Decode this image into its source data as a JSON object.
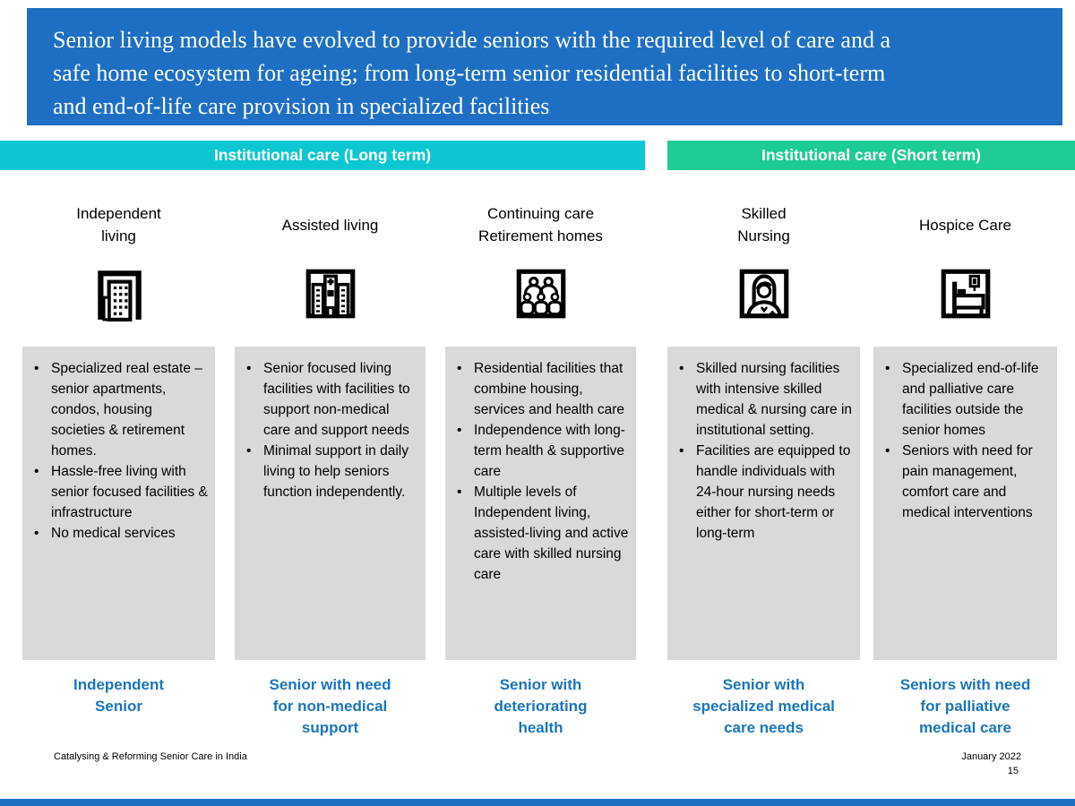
{
  "slide": {
    "title": "Senior living models have evolved to provide seniors with the required level of care and a\nsafe home ecosystem for ageing; from long-term senior residential facilities to short-term\nand end-of-life care provision in specialized facilities",
    "footer_left": "Catalysing & Reforming Senior Care in India",
    "footer_date": "January 2022",
    "page_number": "15"
  },
  "theme": {
    "accent_blue": "#1e6fc3",
    "long_term_color": "#0cc7d2",
    "short_term_color": "#1dcb94",
    "persona_text_color": "#1b75bc",
    "box_gray": "#d9d9d9"
  },
  "groups": [
    {
      "label": "Institutional care (Long term)",
      "color": "#0cc7d2"
    },
    {
      "label": "Institutional care (Short term)",
      "color": "#1dcb94"
    }
  ],
  "columns": [
    {
      "title": "Independent\nliving",
      "icon": "apartment-building-icon",
      "bullets": [
        "Specialized real estate – senior apartments, condos, housing societies & retirement homes.",
        "Hassle-free living with senior focused facilities & infrastructure",
        "No medical services"
      ],
      "persona": "Independent\nSenior"
    },
    {
      "title": "Assisted living",
      "icon": "hospital-building-icon",
      "bullets": [
        "Senior focused living facilities with facilities to support non-medical care and support needs",
        "Minimal support in daily living to help seniors function independently."
      ],
      "persona": "Senior with need\nfor non-medical\nsupport"
    },
    {
      "title": "Continuing care\nRetirement homes",
      "icon": "seniors-group-icon",
      "bullets": [
        "Residential facilities that combine housing, services and health care",
        "Independence with long-term health & supportive care",
        "Multiple levels of Independent living, assisted-living and active care with skilled nursing care"
      ],
      "persona": "Senior with\ndeteriorating\nhealth"
    },
    {
      "title": "Skilled\nNursing",
      "icon": "nurse-icon",
      "bullets": [
        "Skilled nursing facilities with intensive skilled medical & nursing care in institutional setting.",
        "Facilities are equipped to handle individuals with 24-hour nursing needs either for short-term or long-term"
      ],
      "persona": "Senior with\nspecialized medical\ncare needs"
    },
    {
      "title": "Hospice Care",
      "icon": "hospice-bed-icon",
      "bullets": [
        "Specialized end-of-life and palliative care facilities outside the senior homes",
        "Seniors with need for pain management, comfort care and medical interventions"
      ],
      "persona": "Seniors with need\nfor palliative\nmedical care"
    }
  ]
}
